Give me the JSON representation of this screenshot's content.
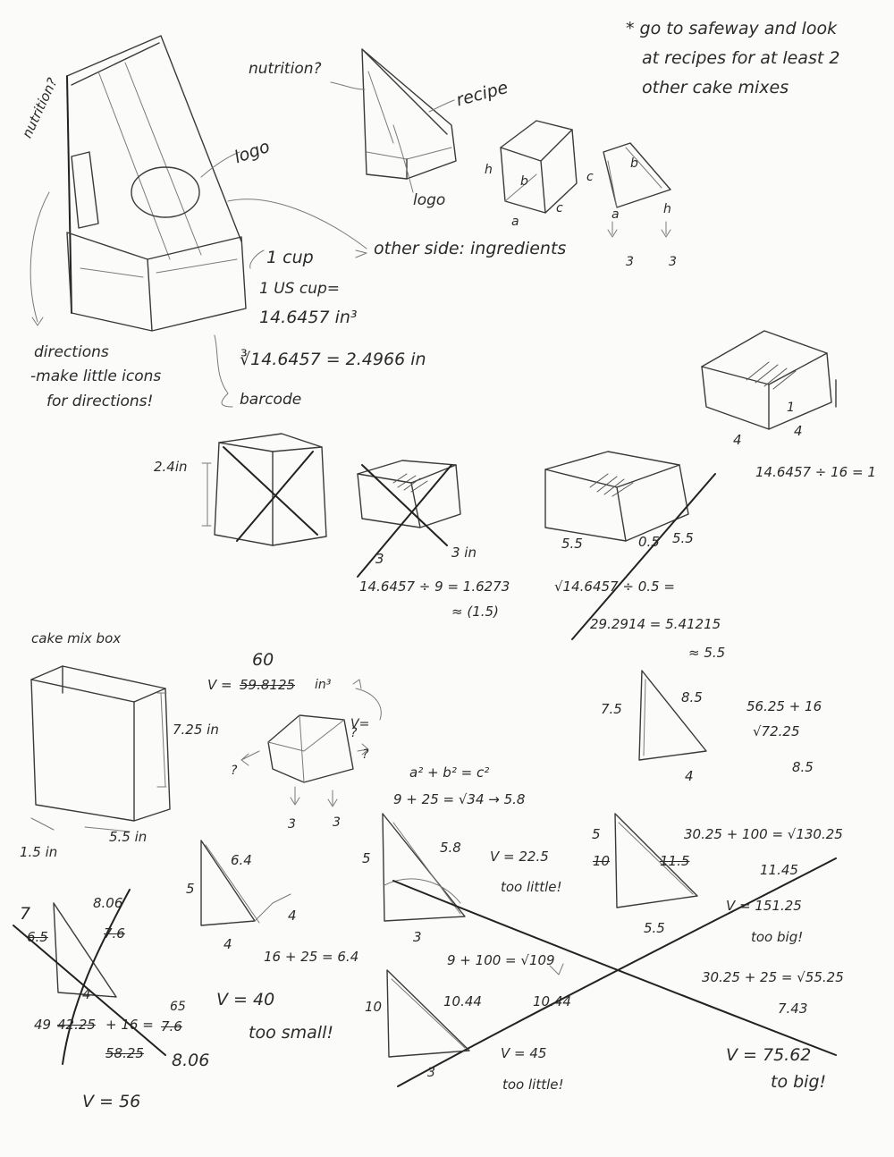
{
  "notes": {
    "todo_line1": "* go to safeway and look",
    "todo_line2": "at recipes for at least 2",
    "todo_line3": "other cake mixes",
    "nutrition_side": "nutrition?",
    "nutrition_top": "nutrition?",
    "recipe": "recipe",
    "logo_main": "logo",
    "logo_small": "logo",
    "prism_h": "h",
    "prism_b": "b",
    "prism_a": "a",
    "prism_c": "c",
    "tri_c": "c",
    "tri_b": "b",
    "tri_a": "a",
    "tri_h": "h",
    "tri_3a": "3",
    "tri_3b": "3",
    "other_side": "other side: ingredients",
    "cup": "1 cup",
    "us_cup": "1 US cup=",
    "cup_volume": "14.6457 in³",
    "cube_root": "∛14.6457 = 2.4966 in",
    "barcode": "barcode",
    "directions1": "directions",
    "directions2": "-make little icons",
    "directions3": "for directions!",
    "dim_24": "2.4in",
    "dim_3": "3",
    "dim_3in": "3 in",
    "dim_55a": "5.5",
    "dim_05": "0.5",
    "dim_55b": "5.5",
    "dim_1": "1",
    "dim_4a": "4",
    "dim_4b": "4",
    "calc_16": "14.6457 ÷ 16 = 1",
    "calc_9": "14.6457 ÷ 9 = 1.6273",
    "calc_9_approx": "≈ (1.5)",
    "calc_05": "√14.6457 ÷ 0.5 =",
    "calc_05_result": "29.2914 = 5.41215",
    "calc_05_approx": "≈ 5.5",
    "cake_mix_box": "cake mix box",
    "box_h": "7.25 in",
    "box_d": "1.5 in",
    "box_w": "5.5 in",
    "v60": "60",
    "v_label": "V =",
    "v_struck": "59.8125",
    "v_unit": "in³",
    "v_q": "V=",
    "q1": "?",
    "q2": "?",
    "q3": "?",
    "arr3a": "3",
    "arr3b": "3",
    "pyth": "a² + b² = c²",
    "pyth_calc": "9 + 25 = √34 → 5.8",
    "tri1_top": "7.5",
    "tri1_hyp": "8.5",
    "tri1_base": "4",
    "calc_5625a": "56.25 + 16",
    "calc_5625b": "√72.25",
    "calc_85": "8.5",
    "tri2_5": "5",
    "tri2_64": "6.4",
    "tri2_4a": "4",
    "tri2_4b": "4",
    "calc_64": "16 + 25 = 6.4",
    "v40": "V = 40",
    "too_small": "too small!",
    "tri3_5": "5",
    "tri3_58": "5.8",
    "tri3_3": "3",
    "v225": "V = 22.5",
    "too_little1": "too little!",
    "tri4_5": "5",
    "tri4_10": "10",
    "tri4_115": "11.5",
    "calc_3025": "30.25 + 100 = √130.25",
    "calc_1145": "11.45",
    "v151": "V = 151.25",
    "too_big1": "too big!",
    "tri4_55": "5.5",
    "calc_3025b": "30.25 + 25 = √55.25",
    "calc_743": "7.43",
    "v7562": "V = 75.62",
    "too_big2": "to big!",
    "tri5_7": "7",
    "tri5_65": "6.5",
    "tri5_806a": "8.06",
    "tri5_76": "7.6",
    "tri5_4": "4",
    "calc_49": "49",
    "calc_4225": "42.25",
    "calc_16b": "+ 16 =",
    "calc_65": "65",
    "calc_76": "7.6",
    "calc_5825": "58.25",
    "calc_806": "8.06",
    "v56": "V = 56",
    "calc_109": "9 + 100 = √109",
    "tri6_10": "10",
    "tri6_1044a": "10.44",
    "tri6_1044b": "10.44",
    "tri6_3": "3",
    "v45": "V = 45",
    "too_little2": "too little!"
  }
}
